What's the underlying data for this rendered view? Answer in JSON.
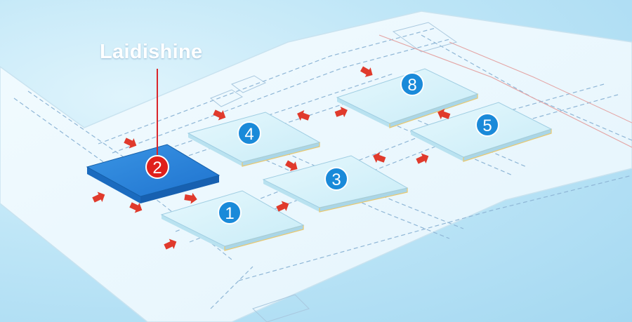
{
  "exhibitor": {
    "name": "Laidishine",
    "hall": "2"
  },
  "halls": [
    {
      "number": "1",
      "highlighted": false
    },
    {
      "number": "2",
      "highlighted": true
    },
    {
      "number": "3",
      "highlighted": false
    },
    {
      "number": "4",
      "highlighted": false
    },
    {
      "number": "5",
      "highlighted": false
    },
    {
      "number": "8",
      "highlighted": false
    }
  ],
  "colors": {
    "highlight_hall": "#1f7fd6",
    "highlight_badge": "#e0201c",
    "badge": "#1a8ad9",
    "arrow": "#e03a2c",
    "hall_fill": "#d6f1fa"
  }
}
